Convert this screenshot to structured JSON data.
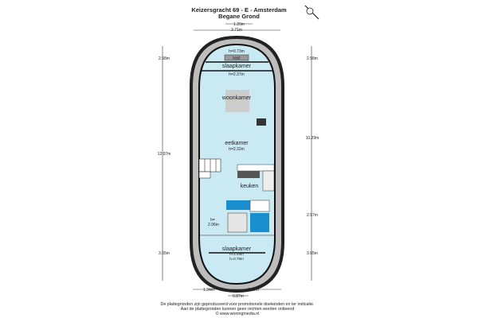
{
  "header": {
    "title": "Keizersgracht 69 - E - Amsterdam",
    "subtitle": "Begane Grond"
  },
  "compass_icon": "north-arrow-icon",
  "dimensions": {
    "top_inner": "1.20m",
    "top_outer": "3.71m",
    "left_top": "2.58m",
    "left_mid": "12.07m",
    "left_bottom": "3.65m",
    "right_top": "2.58m",
    "right_mid": "10.29m",
    "right_low": "2.57m",
    "right_bottom": "3.65m",
    "bottom_left": "1.34m",
    "bottom_right": "2.32m",
    "bottom_small": "0.87m"
  },
  "rooms": {
    "top_height": "h=0.73m",
    "kast": "kast",
    "slaapkamer_top": "slaapkamer",
    "slaapkamer_top_height": "h=2.37m",
    "woonkamer": "woonkamer",
    "eetkamer": "eetkamer",
    "eetkamer_height": "h=2.32m",
    "keuken": "keuken",
    "hal_height_label": "h=",
    "hal_height": "2.06m",
    "slaapkamer_bottom": "slaapkamer",
    "slaapkamer_bottom_height": "h=1.49m",
    "bottom_height": "h=0.79m"
  },
  "footer": {
    "line1": "De plattegronden zijn geproduceerd voor promotionele doeleinden en ter indicatie.",
    "line2": "Aan de plattegronden kunnen geen rechten worden ontleend",
    "line3": "© www.woningmedia.nl"
  },
  "colors": {
    "floor": "#c9e9f3",
    "wall": "#111111",
    "tile": "#1a8fd0",
    "deck": "#b8b8b8"
  }
}
